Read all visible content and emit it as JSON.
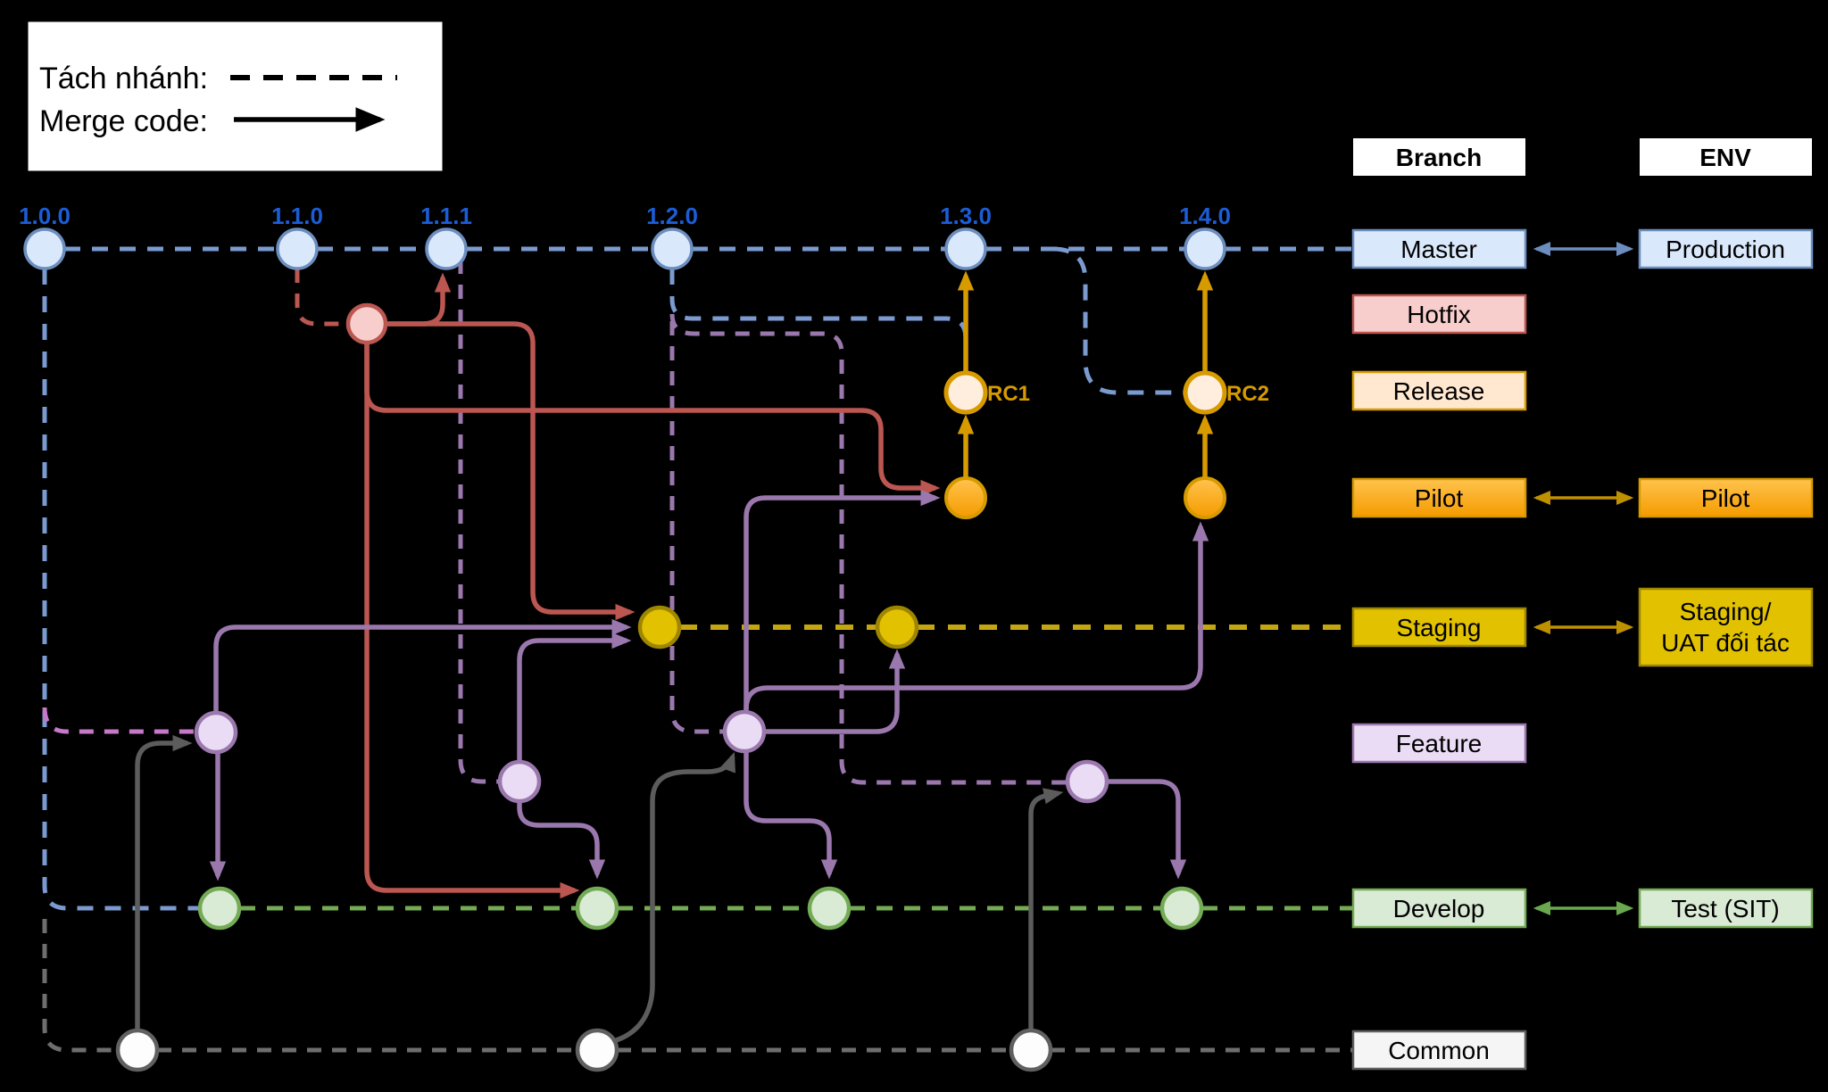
{
  "legend": {
    "split_label": "Tách nhánh:",
    "merge_label": "Merge code:"
  },
  "headers": {
    "branch": "Branch",
    "env": "ENV"
  },
  "versions": [
    "1.0.0",
    "1.1.0",
    "1.1.1",
    "1.2.0",
    "1.3.0",
    "1.4.0"
  ],
  "release_candidates": [
    "RC1",
    "RC2"
  ],
  "branch_rows": [
    "Master",
    "Hotfix",
    "Release",
    "Pilot",
    "Staging",
    "Feature",
    "Develop",
    "Common"
  ],
  "env_rows": {
    "production": "Production",
    "pilot": "Pilot",
    "staging_line1": "Staging/",
    "staging_line2": "UAT đối tác",
    "test": "Test (SIT)"
  },
  "colors": {
    "background": "#000000",
    "master_blue": "#6c8ebf",
    "master_fill": "#dae8fc",
    "master_line": "#7a9ad0",
    "version_label_blue": "#1c5dd6",
    "hotfix_red": "#b85450",
    "hotfix_fill": "#f8cecc",
    "release_orange": "#d79b00",
    "release_fill": "#ffeedd",
    "pilot_orange_top": "#ffc34d",
    "pilot_orange_bottom": "#f59b00",
    "staging_dash_yellow": "#c4a512",
    "staging_fill": "#e2c200",
    "feature_purple": "#9a77ad",
    "feature_fill": "#eadcf4",
    "feature_split_magenta": "#c678c9",
    "develop_green": "#74ab55",
    "develop_fill": "#d9ead5",
    "common_gray": "#606060",
    "common_fill": "#fdfdfd",
    "env_arrow_blue": "#6c8ebf",
    "env_arrow_yellow": "#bf9000",
    "env_arrow_green": "#6aa84f"
  }
}
